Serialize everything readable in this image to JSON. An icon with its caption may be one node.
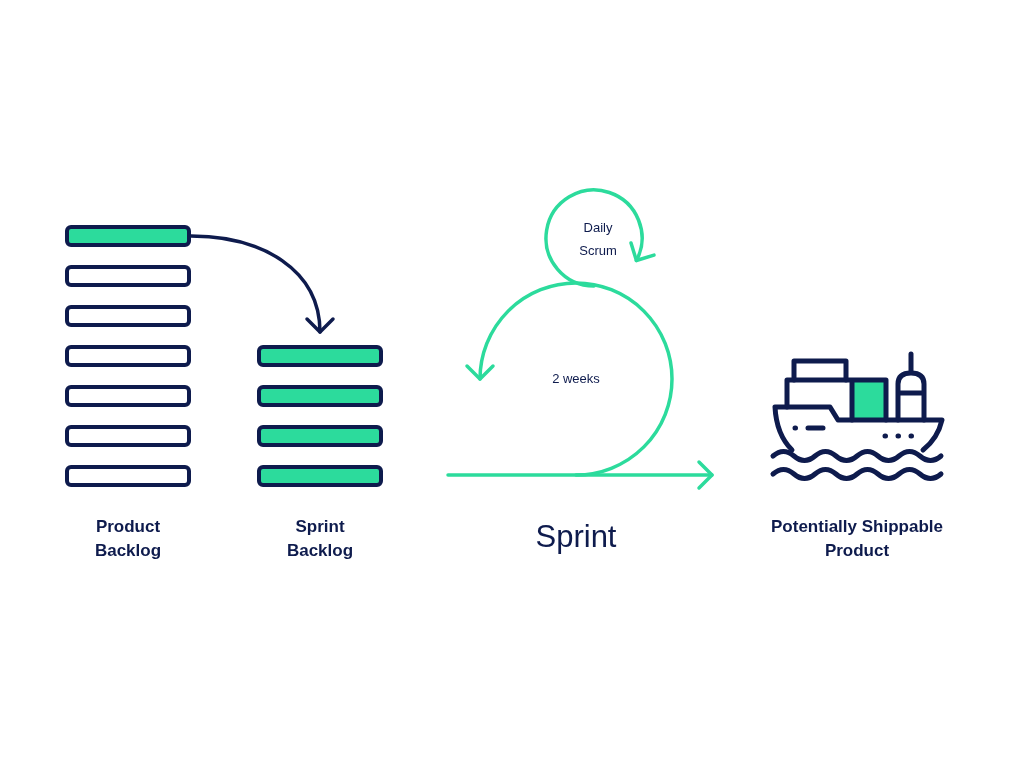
{
  "diagram": {
    "nodes": [
      {
        "text": [
          "Product Backlog"
        ]
      },
      {
        "text": [],
        "shape": "bar",
        "in": 0
      },
      {
        "text": [],
        "shape": "bar",
        "in": 0
      },
      {
        "text": [],
        "shape": "bar",
        "in": 0
      },
      {
        "text": [],
        "shape": "bar",
        "in": 0
      },
      {
        "text": [],
        "shape": "bar",
        "in": 0
      },
      {
        "text": [],
        "shape": "bar",
        "in": 0
      },
      {
        "text": [],
        "shape": "bar",
        "in": 0
      },
      {
        "text": [
          "Sprint Backlog"
        ]
      },
      {
        "text": [],
        "shape": "bar",
        "in": 8
      },
      {
        "text": [],
        "shape": "bar",
        "in": 8
      },
      {
        "text": [],
        "shape": "bar",
        "in": 8
      },
      {
        "text": [],
        "shape": "bar",
        "in": 8
      },
      {
        "text": [
          "Potentially Shippable Product"
        ]
      }
    ],
    "edges": [
      {
        "from": 1,
        "to": 8,
        "arrow": "to"
      },
      {
        "from": null,
        "to": 13,
        "arrow": "to",
        "color": "#2cdb9c"
      }
    ],
    "labels": [
      "Daily Scrum",
      "2 weeks",
      "Sprint"
    ]
  }
}
